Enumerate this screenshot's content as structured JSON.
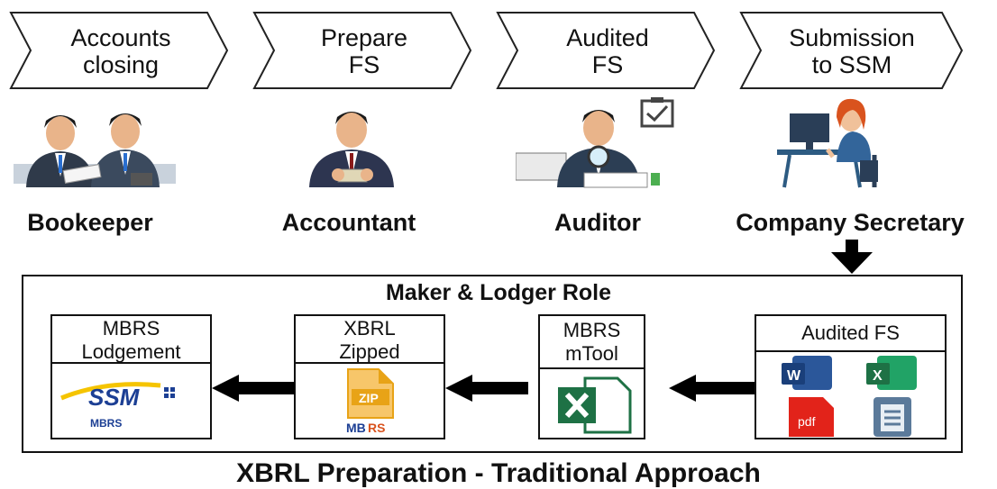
{
  "steps": [
    {
      "line1": "Accounts",
      "line2": "closing"
    },
    {
      "line1": "Prepare",
      "line2": "FS"
    },
    {
      "line1": "Audited",
      "line2": "FS"
    },
    {
      "line1": "Submission",
      "line2": "to SSM"
    }
  ],
  "roles": [
    "Bookeeper",
    "Accountant",
    "Auditor",
    "Company Secretary"
  ],
  "maker_title": "Maker & Lodger Role",
  "boxes": {
    "audited": {
      "title": "Audited FS",
      "file_icons": [
        "word-icon",
        "excel-icon",
        "pdf-icon",
        "document-icon"
      ],
      "pdf_text": "pdf"
    },
    "mtool": {
      "line1": "MBRS",
      "line2": "mTool",
      "icon": "excel-icon"
    },
    "xbrl": {
      "line1": "XBRL",
      "line2": "Zipped",
      "zip_text": "ZIP",
      "logo_mb": "MB",
      "logo_rs": "RS"
    },
    "lodgement": {
      "line1": "MBRS",
      "line2": "Lodgement",
      "ssm_text": "SSM",
      "logo_text": "MBRS"
    }
  },
  "caption": "XBRL Preparation - Traditional Approach",
  "colors": {
    "word": "#2b579a",
    "excel": "#1e7145",
    "pdf": "#e2231a",
    "zip": "#e8a317",
    "ssm_blue": "#1c3f94",
    "ssm_yellow": "#f5c400"
  }
}
